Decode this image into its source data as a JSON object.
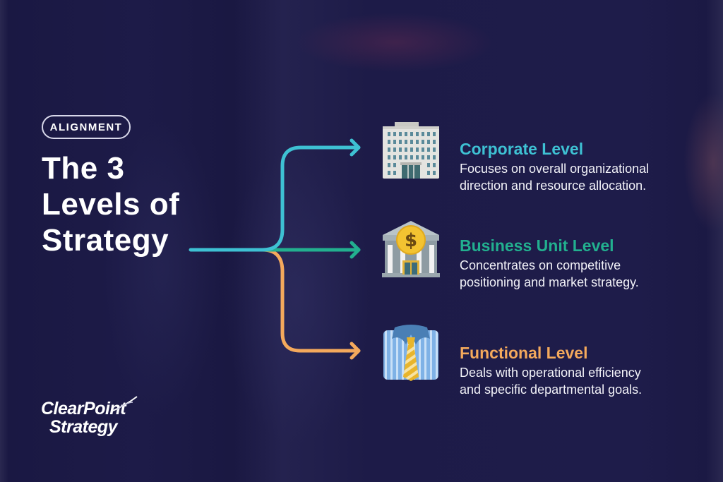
{
  "badge": {
    "label": "ALIGNMENT"
  },
  "title": {
    "line1": "The 3",
    "line2": "Levels of",
    "line3": "Strategy"
  },
  "colors": {
    "background": "#1c1a45",
    "corporate": "#3ec1d3",
    "business": "#22b08f",
    "functional": "#f4a95c",
    "text": "#ffffff"
  },
  "levels": [
    {
      "title": "Corporate Level",
      "description": "Focuses on overall organizational direction and resource allocation.",
      "icon": "office-building-icon",
      "color": "#3ec1d3"
    },
    {
      "title": "Business Unit Level",
      "description": "Concentrates on competitive positioning and market strategy.",
      "icon": "bank-icon",
      "color": "#22b08f"
    },
    {
      "title": "Functional Level",
      "description": "Deals with operational efficiency and specific departmental goals.",
      "icon": "shirt-and-tie-icon",
      "color": "#f4a95c"
    }
  ],
  "logo": {
    "line1": "ClearPoint",
    "line2": "Strategy"
  }
}
